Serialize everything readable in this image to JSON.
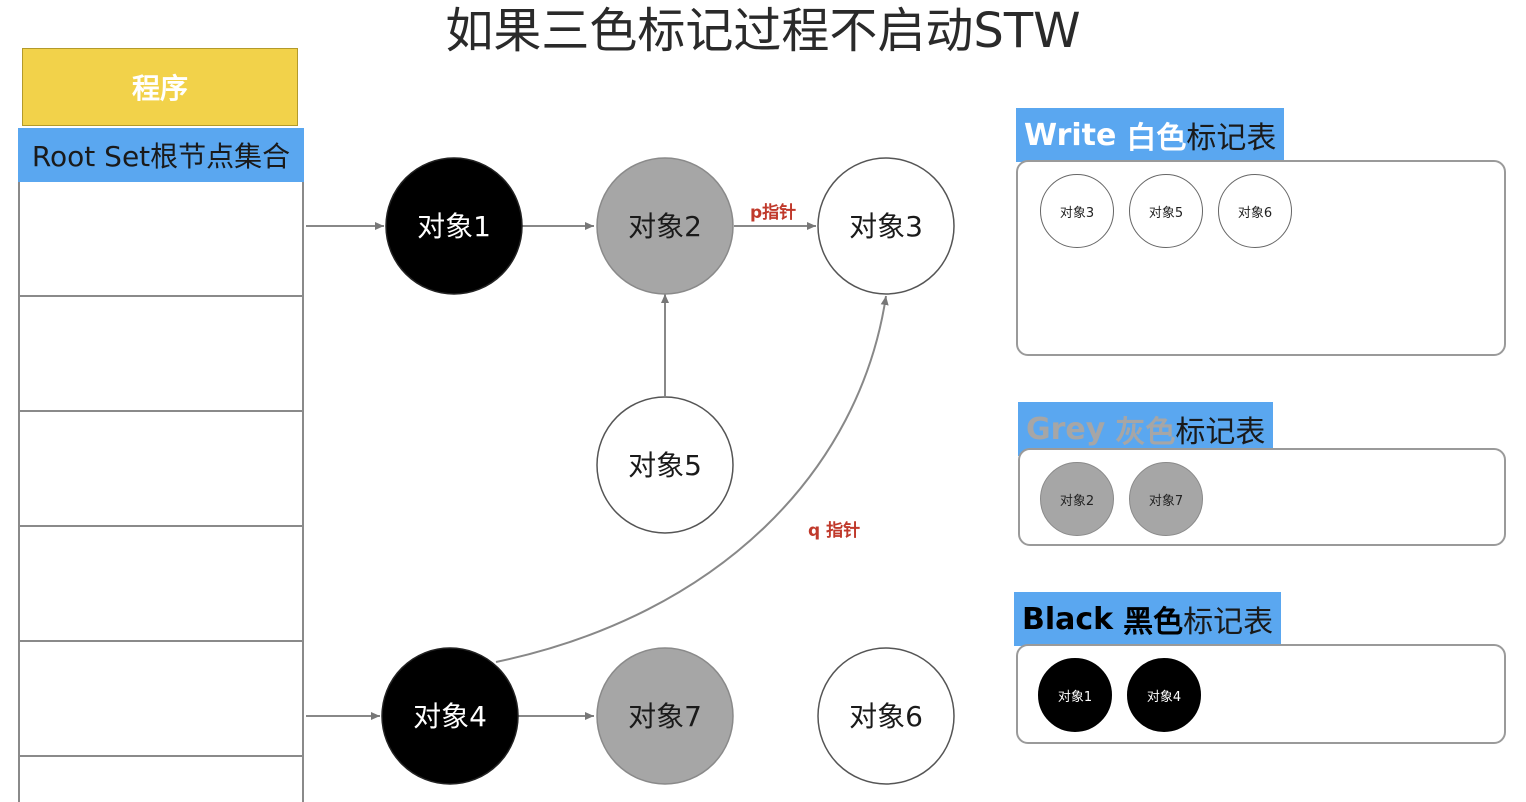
{
  "title": "如果三色标记过程不启动STW",
  "program_label": "程序",
  "rootset_label": "Root Set根节点集合",
  "colors": {
    "white": "#ffffff",
    "grey": "#a6a6a6",
    "black": "#000000",
    "label_blue": "#5aa7f0",
    "program_yellow": "#f2d24a",
    "pointer_red": "#c0392b"
  },
  "nodes": [
    {
      "id": "obj1",
      "label": "对象1",
      "color": "black"
    },
    {
      "id": "obj2",
      "label": "对象2",
      "color": "grey"
    },
    {
      "id": "obj3",
      "label": "对象3",
      "color": "white"
    },
    {
      "id": "obj5",
      "label": "对象5",
      "color": "white"
    },
    {
      "id": "obj4",
      "label": "对象4",
      "color": "black"
    },
    {
      "id": "obj7",
      "label": "对象7",
      "color": "grey"
    },
    {
      "id": "obj6",
      "label": "对象6",
      "color": "white"
    }
  ],
  "pointers": {
    "p": "p指针",
    "q": "q 指针"
  },
  "tables": {
    "white": {
      "en": "Write",
      "cn_color": "白色",
      "cn_rest": "标记表",
      "items": [
        "对象3",
        "对象5",
        "对象6"
      ]
    },
    "grey": {
      "en": "Grey",
      "cn_color": "灰色",
      "cn_rest": "标记表",
      "items": [
        "对象2",
        "对象7"
      ]
    },
    "black": {
      "en": "Black",
      "cn_color": "黑色",
      "cn_rest": "标记表",
      "items": [
        "对象1",
        "对象4"
      ]
    }
  }
}
